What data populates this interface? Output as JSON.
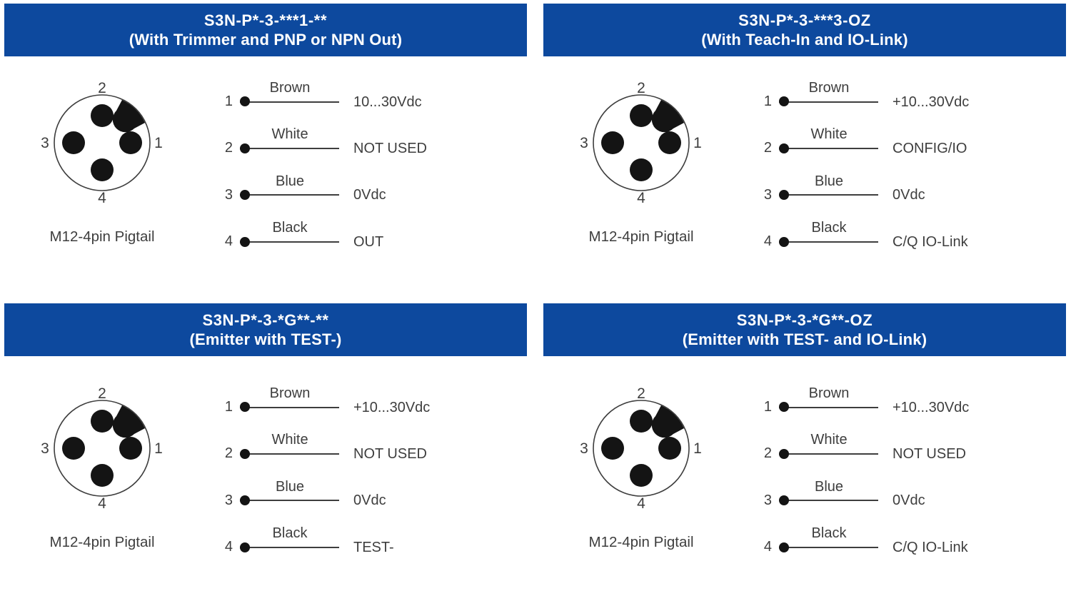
{
  "colors": {
    "header_bg": "#0D499E",
    "header_text": "#FFFFFF",
    "ink": "#3E3E3E",
    "line": "#3E3E3E",
    "dot": "#141414",
    "background": "#FFFFFF"
  },
  "panels": [
    {
      "model": "S3N-P*-3-***1-**",
      "variant": "(With Trimmer and PNP or NPN Out)",
      "connector": {
        "caption": "M12-4pin Pigtail",
        "pin_top": "2",
        "pin_left": "3",
        "pin_right": "1",
        "pin_bottom": "4"
      },
      "pins": [
        {
          "num": "1",
          "wire": "Brown",
          "function": "10...30Vdc"
        },
        {
          "num": "2",
          "wire": "White",
          "function": "NOT USED"
        },
        {
          "num": "3",
          "wire": "Blue",
          "function": "0Vdc"
        },
        {
          "num": "4",
          "wire": "Black",
          "function": "OUT"
        }
      ]
    },
    {
      "model": "S3N-P*-3-***3-OZ",
      "variant": "(With Teach-In and IO-Link)",
      "connector": {
        "caption": "M12-4pin Pigtail",
        "pin_top": "2",
        "pin_left": "3",
        "pin_right": "1",
        "pin_bottom": "4"
      },
      "pins": [
        {
          "num": "1",
          "wire": "Brown",
          "function": "+10...30Vdc"
        },
        {
          "num": "2",
          "wire": "White",
          "function": "CONFIG/IO"
        },
        {
          "num": "3",
          "wire": "Blue",
          "function": "0Vdc"
        },
        {
          "num": "4",
          "wire": "Black",
          "function": "C/Q IO-Link"
        }
      ]
    },
    {
      "model": "S3N-P*-3-*G**-**",
      "variant": "(Emitter with TEST-)",
      "connector": {
        "caption": "M12-4pin Pigtail",
        "pin_top": "2",
        "pin_left": "3",
        "pin_right": "1",
        "pin_bottom": "4"
      },
      "pins": [
        {
          "num": "1",
          "wire": "Brown",
          "function": "+10...30Vdc"
        },
        {
          "num": "2",
          "wire": "White",
          "function": "NOT USED"
        },
        {
          "num": "3",
          "wire": "Blue",
          "function": "0Vdc"
        },
        {
          "num": "4",
          "wire": "Black",
          "function": "TEST-"
        }
      ]
    },
    {
      "model": "S3N-P*-3-*G**-OZ",
      "variant": "(Emitter with TEST- and IO-Link)",
      "connector": {
        "caption": "M12-4pin Pigtail",
        "pin_top": "2",
        "pin_left": "3",
        "pin_right": "1",
        "pin_bottom": "4"
      },
      "pins": [
        {
          "num": "1",
          "wire": "Brown",
          "function": "+10...30Vdc"
        },
        {
          "num": "2",
          "wire": "White",
          "function": "NOT USED"
        },
        {
          "num": "3",
          "wire": "Blue",
          "function": "0Vdc"
        },
        {
          "num": "4",
          "wire": "Black",
          "function": "C/Q IO-Link"
        }
      ]
    }
  ]
}
